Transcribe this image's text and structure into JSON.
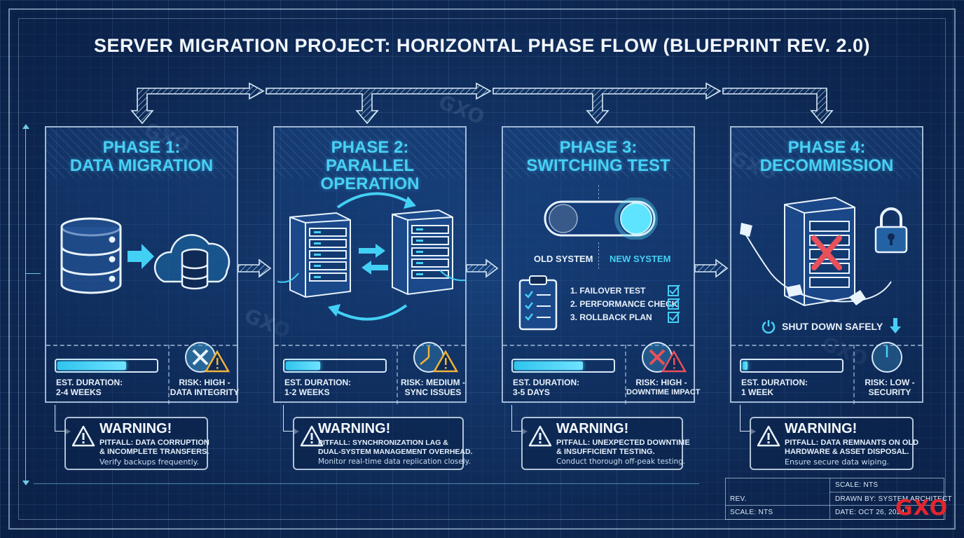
{
  "title": "SERVER MIGRATION PROJECT: HORIZONTAL PHASE FLOW (BLUEPRINT REV. 2.0)",
  "watermark": "GXO",
  "accent_color": "#47d0f5",
  "warning_color": "#e3262e",
  "phases": [
    {
      "title_line1": "PHASE 1:",
      "title_line2": "DATA MIGRATION",
      "illustration_icons": [
        "database-icon",
        "arrow-right-icon",
        "cloud-database-icon"
      ],
      "duration_label": "EST. DURATION:",
      "duration_value": "2-4 WEEKS",
      "progress_percent": 70,
      "risk_label": "RISK: HIGH -",
      "risk_value": "DATA INTEGRITY",
      "warning_heading": "WARNING!",
      "pitfall_line1": "PITFALL: DATA CORRUPTION",
      "pitfall_line2": "& INCOMPLETE TRANSFERS.",
      "mitigation": "Verify backups frequently."
    },
    {
      "title_line1": "PHASE 2:",
      "title_line2": "PARALLEL OPERATION",
      "illustration_icons": [
        "server-rack-icon",
        "sync-arrows-icon",
        "server-rack-icon"
      ],
      "duration_label": "EST. DURATION:",
      "duration_value": "1-2 WEEKS",
      "progress_percent": 35,
      "risk_label": "RISK: MEDIUM -",
      "risk_value": "SYNC ISSUES",
      "warning_heading": "WARNING!",
      "pitfall_line1": "PITFALL: SYNCHRONIZATION LAG &",
      "pitfall_line2": "DUAL-SYSTEM MANAGEMENT OVERHEAD.",
      "mitigation": "Monitor real-time data replication closely."
    },
    {
      "title_line1": "PHASE 3:",
      "title_line2": "SWITCHING TEST",
      "toggle_off_label": "OLD SYSTEM",
      "toggle_on_label": "NEW SYSTEM",
      "checklist": [
        "1. FAILOVER TEST",
        "2. PERFORMANCE CHECK",
        "3. ROLLBACK PLAN"
      ],
      "duration_label": "EST. DURATION:",
      "duration_value": "3-5 DAYS",
      "progress_percent": 70,
      "risk_label": "RISK: HIGH -",
      "risk_value": "DOWNTIME IMPACT",
      "warning_heading": "WARNING!",
      "pitfall_line1": "PITFALL: UNEXPECTED DOWNTIME",
      "pitfall_line2": "& INSUFFICIENT TESTING.",
      "mitigation": "Conduct thorough off-peak testing."
    },
    {
      "title_line1": "PHASE 4:",
      "title_line2": "DECOMMISSION",
      "shutdown_label": "SHUT DOWN SAFELY",
      "duration_label": "EST. DURATION:",
      "duration_value": "1 WEEK",
      "progress_percent": 5,
      "risk_label": "RISK: LOW -",
      "risk_value": "SECURITY",
      "warning_heading": "WARNING!",
      "pitfall_line1": "PITFALL: DATA REMNANTS ON OLD",
      "pitfall_line2": "HARDWARE & ASSET DISPOSAL.",
      "mitigation": "Ensure secure data wiping."
    }
  ],
  "title_block": {
    "rev": "REV.",
    "scale_top": "SCALE: NTS",
    "scale_left": "SCALE: NTS",
    "drawn_by": "DRAWN BY: SYSTEM ARCHITECT",
    "date": "DATE: OCT 26, 2024",
    "logo": "GXO"
  }
}
